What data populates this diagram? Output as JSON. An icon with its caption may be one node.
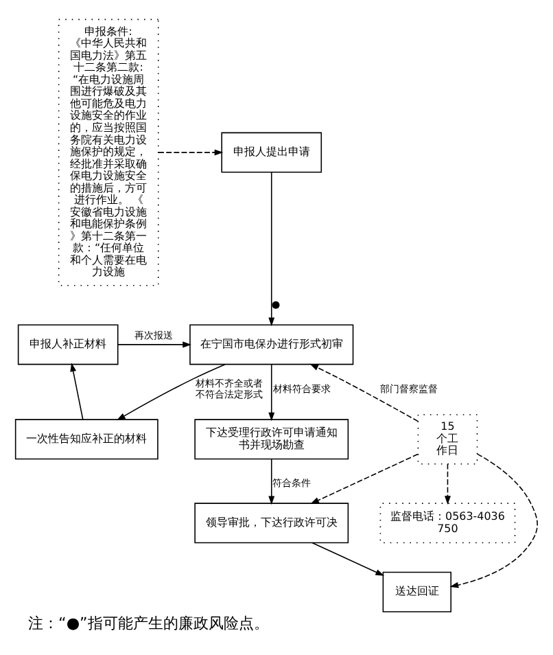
{
  "diagram": {
    "caption": "注：“●”指可能产生的廉政风险点。",
    "nodes": [
      {
        "text": [
          "申报条件:",
          "《中华人民共和国电力法》第五十二条第二款:“在电力设施周围进行爆破及其他可能危及电力设施安全的作业的，应当按照国务院有关电力设施保护的规定，经批准并采取确保电力设施安全的措施后，方可进行作业。 《安徽省电力设施和电能保护条例》第十二条第一款：“任何单位和个人需要在电力设施"
        ]
      },
      {
        "text": [
          "申报人提出申请"
        ]
      },
      {
        "text": [
          "在宁国市电保办进行形式初审"
        ]
      },
      {
        "text": [
          "申报人补正材料"
        ]
      },
      {
        "text": [
          "一次性告知应补正的材料"
        ]
      },
      {
        "text": [
          "下达受理行政许可申请通知书并现场勘查"
        ]
      },
      {
        "text": [
          "领导审批，下达行政许可决"
        ]
      },
      {
        "text": [
          "送达回证"
        ]
      },
      {
        "text": [
          "监督电话：0563-4036750"
        ]
      },
      {
        "text": [
          "15个工作日"
        ]
      }
    ],
    "edges": [
      {
        "from": 0,
        "to": 1,
        "arrow": "to",
        "style": "dashed"
      },
      {
        "from": 1,
        "to": 2,
        "arrow": "to",
        "label": "●"
      },
      {
        "from": 2,
        "to": 4,
        "arrow": "to",
        "label": "材料不齐全或者不符合法定形式"
      },
      {
        "from": 4,
        "to": 3,
        "arrow": "to"
      },
      {
        "from": 3,
        "to": 2,
        "arrow": "to",
        "label": "再次报送"
      },
      {
        "from": 2,
        "to": 5,
        "arrow": "to",
        "label": "材料符合要求"
      },
      {
        "from": 5,
        "to": 6,
        "arrow": "to",
        "label": "符合条件"
      },
      {
        "from": 6,
        "to": 7,
        "arrow": "to"
      },
      {
        "from": 9,
        "to": 2,
        "arrow": "to",
        "style": "dashed",
        "label": "部门督察监督"
      },
      {
        "from": 9,
        "to": 6,
        "arrow": "to",
        "style": "dashed"
      },
      {
        "from": 9,
        "to": 7,
        "arrow": "to",
        "style": "dashed"
      },
      {
        "from": 9,
        "to": 8,
        "arrow": "to",
        "style": "dashed"
      }
    ]
  }
}
